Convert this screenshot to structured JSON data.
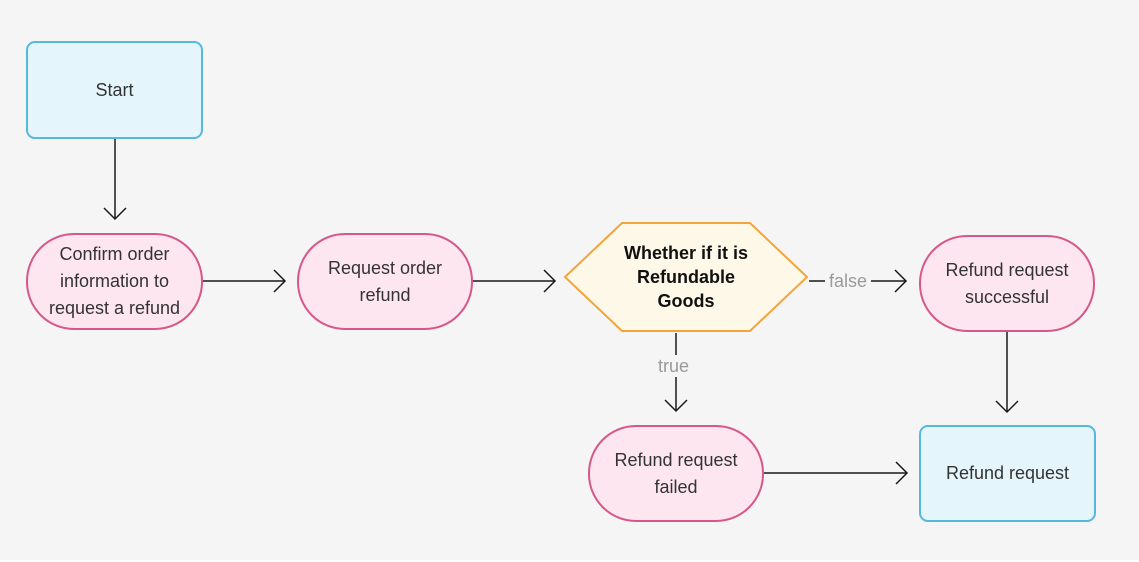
{
  "nodes": {
    "start": "Start",
    "confirm": "Confirm order information to request a refund",
    "request_order": "Request order refund",
    "decision": "Whether if it is Refundable Goods",
    "successful": "Refund request successful",
    "failed": "Refund request failed",
    "refund_request": "Refund request"
  },
  "edge_labels": {
    "false_label": "false",
    "true_label": "true"
  },
  "colors": {
    "rect_border": "#55b8e0",
    "rect_fill": "#e4f5fc",
    "pill_border": "#d8578a",
    "pill_fill": "#fde6ef",
    "decision_border": "#f2a53a",
    "decision_fill": "#fef8e9"
  }
}
